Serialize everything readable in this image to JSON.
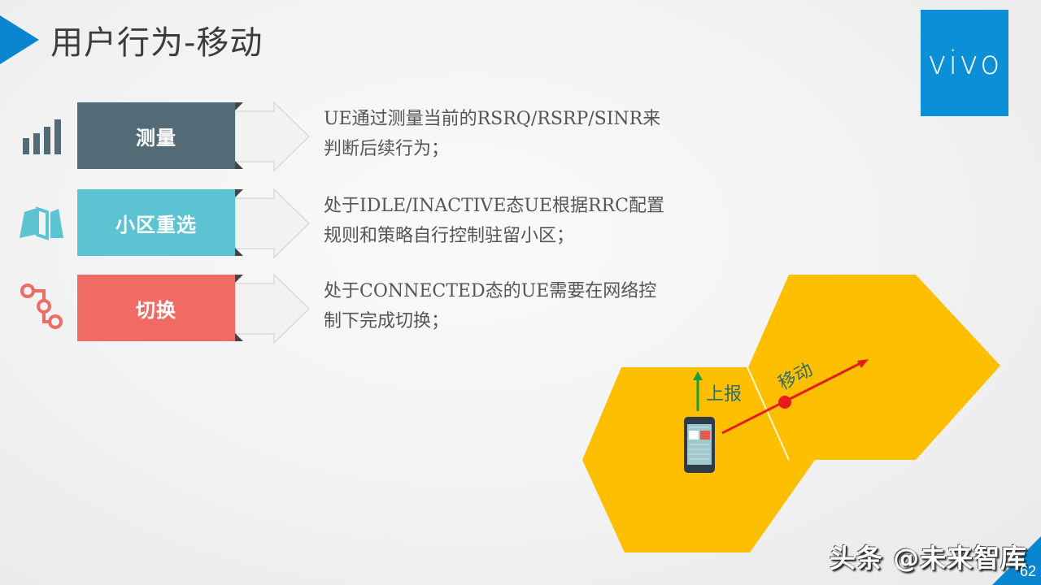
{
  "header": {
    "title": "用户行为-移动",
    "logo_text": "vivo",
    "accent_color": "#0a86d0"
  },
  "rows": [
    {
      "icon": "signal-bars-icon",
      "label": "测量",
      "color": "#536b76",
      "desc_line1": "UE通过测量当前的RSRQ/RSRP/SINR来",
      "desc_line2": "判断后续行为；"
    },
    {
      "icon": "map-icon",
      "label": "小区重选",
      "color": "#5bc3d1",
      "desc_line1": "处于IDLE/INACTIVE态UE根据RRC配置",
      "desc_line2": "规则和策略自行控制驻留小区；"
    },
    {
      "icon": "route-nodes-icon",
      "label": "切换",
      "color": "#f06b63",
      "desc_line1": "处于CONNECTED态的UE需要在网络控",
      "desc_line2": "制下完成切换；"
    }
  ],
  "diagram": {
    "report_label": "上报",
    "move_label": "移动",
    "cell_color": "#fdbf00",
    "report_arrow_color": "#1a9e3a",
    "move_arrow_color": "#e81b1b"
  },
  "footer": {
    "watermark": "头条 @未来智库",
    "page_number": "62"
  }
}
